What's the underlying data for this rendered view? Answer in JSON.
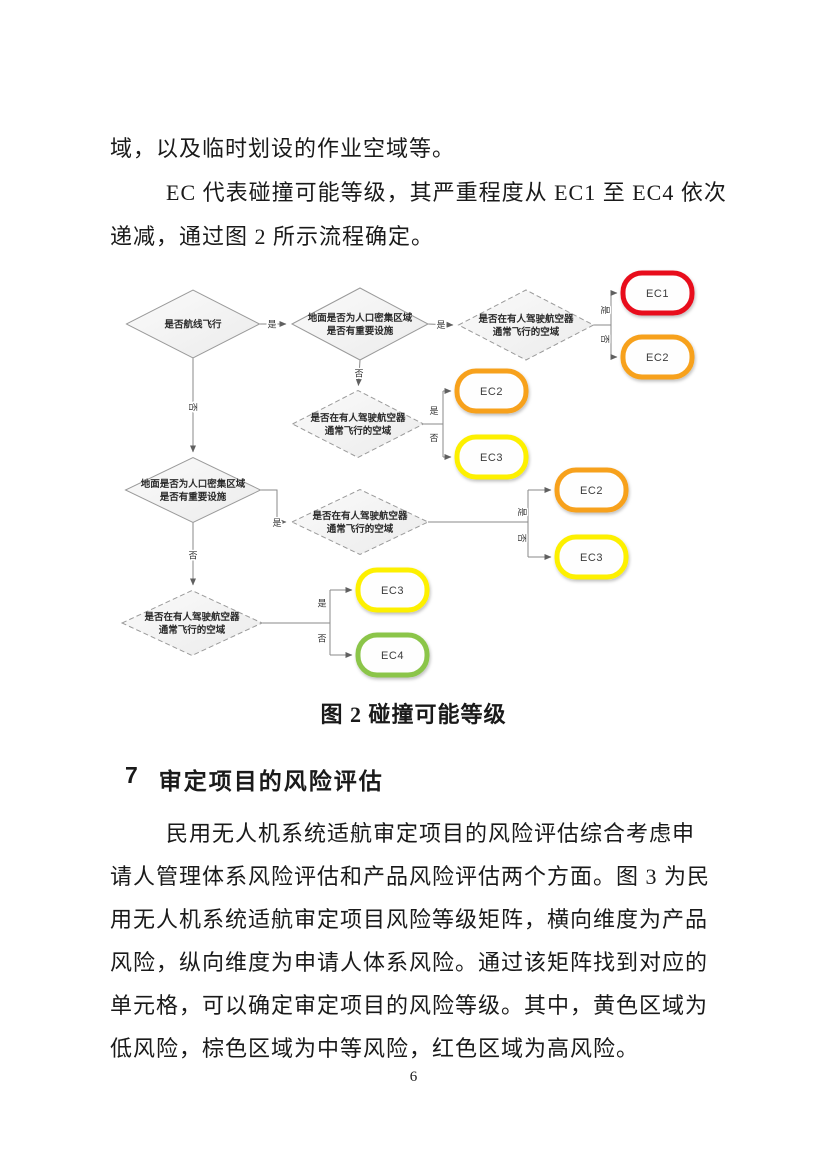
{
  "document": {
    "para1": [
      "域，以及临时划设的作业空域等。",
      "EC 代表碰撞可能等级，其严重程度从 EC1 至 EC4 依次",
      "递减，通过图 2 所示流程确定。"
    ],
    "figure_caption": "图 2 碰撞可能等级",
    "heading_number": "7",
    "heading_text": "审定项目的风险评估",
    "para2": [
      "民用无人机系统适航审定项目的风险评估综合考虑申",
      "请人管理体系风险评估和产品风险评估两个方面。图 3 为民",
      "用无人机系统适航审定项目风险等级矩阵，横向维度为产品",
      "风险，纵向维度为申请人体系风险。通过该矩阵找到对应的",
      "单元格，可以确定审定项目的风险等级。其中，黄色区域为",
      "低风险，棕色区域为中等风险，红色区域为高风险。"
    ],
    "page_number": "6"
  },
  "flowchart": {
    "yes": "是",
    "no": "否",
    "d_route": "是否航线飞行",
    "d_ground_l1": "地面是否为人口密集区域",
    "d_ground_l2": "是否有重要设施",
    "d_airspace_l1": "是否在有人驾驶航空器",
    "d_airspace_l2": "通常飞行的空域",
    "ec1": "EC1",
    "ec2": "EC2",
    "ec3": "EC3",
    "ec4": "EC4",
    "colors": {
      "ec1": "#e8111c",
      "ec2": "#f7a11a",
      "ec3": "#fdf000",
      "ec4": "#8bc54a"
    }
  }
}
